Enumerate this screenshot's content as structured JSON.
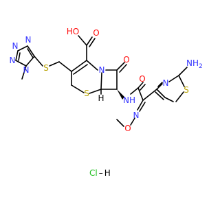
{
  "colors": {
    "bond": "#000000",
    "N": "#3333ff",
    "O": "#ff0d0d",
    "S": "#b8a200",
    "C": "#000000",
    "Cl": "#1fbf1f",
    "H": "#000000"
  },
  "atoms": {
    "n1": {
      "text": "N",
      "el": "N"
    },
    "n2": {
      "text": "N",
      "el": "N"
    },
    "n3": {
      "text": "N",
      "el": "N"
    },
    "n4": {
      "text": "N",
      "el": "N"
    },
    "s_tz": {
      "text": "S",
      "el": "S"
    },
    "cooh_ho": {
      "text": "HO",
      "el": "O"
    },
    "cooh_o": {
      "text": "O",
      "el": "O"
    },
    "n_lactam": {
      "text": "N",
      "el": "N"
    },
    "o_lactam": {
      "text": "O",
      "el": "O"
    },
    "s_ring": {
      "text": "S",
      "el": "S"
    },
    "h_stereo": {
      "text": "H",
      "el": "H"
    },
    "nh": {
      "text": "NH",
      "el": "N",
      "text2": "H"
    },
    "o_amide": {
      "text": "O",
      "el": "O"
    },
    "n_oxime": {
      "text": "N",
      "el": "N"
    },
    "o_oxime": {
      "text": "O",
      "el": "O"
    },
    "n_thz": {
      "text": "N",
      "el": "N"
    },
    "s_thz": {
      "text": "S",
      "el": "S"
    },
    "nh2": {
      "text": "NH",
      "sub": "2",
      "el": "N"
    },
    "hcl": {
      "text": "Cl",
      "dash": "–",
      "h": "H"
    }
  }
}
